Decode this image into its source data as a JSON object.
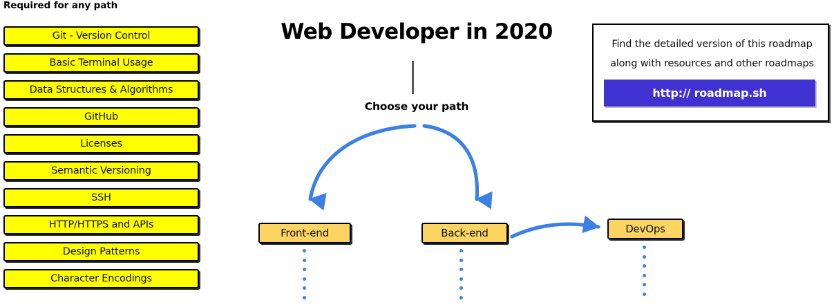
{
  "page": {
    "title": "Web Developer in 2020",
    "choose_path_label": "Choose your path",
    "accent_blue": "#3d80e3",
    "stem_gray": "#595959",
    "required_box_fill": "#ffff00",
    "path_box_fill": "#fcd462",
    "link_button_fill": "#3f31d2"
  },
  "required_section": {
    "heading": "Required for any path",
    "items": [
      {
        "label": "Git - Version Control"
      },
      {
        "label": "Basic Terminal Usage"
      },
      {
        "label": "Data Structures & Algorithms"
      },
      {
        "label": "GitHub"
      },
      {
        "label": "Licenses"
      },
      {
        "label": "Semantic Versioning"
      },
      {
        "label": "SSH"
      },
      {
        "label": "HTTP/HTTPS and APIs"
      },
      {
        "label": "Design Patterns"
      },
      {
        "label": "Character Encodings"
      }
    ]
  },
  "paths": [
    {
      "label": "Front-end"
    },
    {
      "label": "Back-end"
    },
    {
      "label": "DevOps"
    }
  ],
  "info_card": {
    "line1": "Find the detailed version of this roadmap",
    "line2": "along with resources and other roadmaps",
    "button_label": "http:// roadmap.sh"
  }
}
